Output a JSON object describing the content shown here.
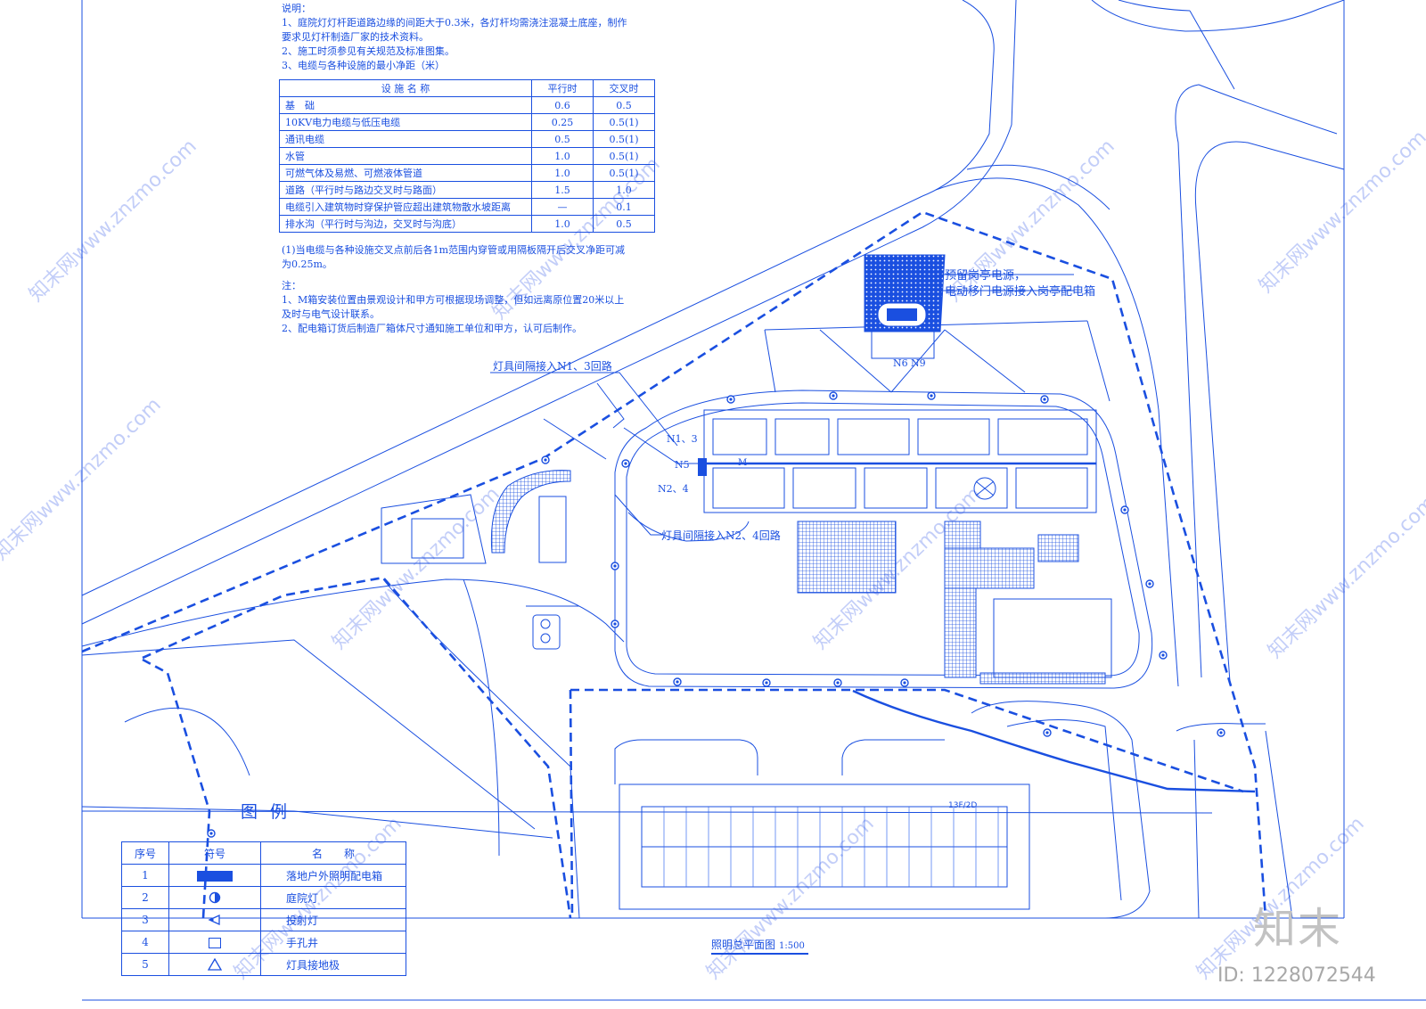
{
  "notes": {
    "heading": "说明：",
    "lines": [
      "1、庭院灯灯杆距道路边缘的间距大于0.3米，各灯杆均需浇注混凝土底座，制作",
      "要求见灯杆制造厂家的技术资料。",
      "2、施工时须参见有关规范及标准图集。",
      "3、电缆与各种设施的最小净距（米）"
    ]
  },
  "clearance_table": {
    "headers": [
      "设 施 名 称",
      "平行时",
      "交叉时"
    ],
    "rows": [
      [
        "基　础",
        "0.6",
        "0.5"
      ],
      [
        "10KV电力电缆与低压电缆",
        "0.25",
        "0.5(1)"
      ],
      [
        "通讯电缆",
        "0.5",
        "0.5(1)"
      ],
      [
        "水管",
        "1.0",
        "0.5(1)"
      ],
      [
        "可燃气体及易燃、可燃液体管道",
        "1.0",
        "0.5(1)"
      ],
      [
        "道路（平行时与路边交叉时与路面）",
        "1.5",
        "1.0"
      ],
      [
        "电缆引入建筑物时穿保护管应超出建筑物散水坡距离",
        "—",
        "0.1"
      ],
      [
        "排水沟（平行时与沟边，交叉时与沟底）",
        "1.0",
        "0.5"
      ]
    ]
  },
  "post_notes": {
    "footnote": [
      "(1)当电缆与各种设施交叉点前后各1m范围内穿管或用隔板隔开后交叉净距可减",
      "为0.25m。"
    ],
    "heading": "注：",
    "lines": [
      "1、M箱安装位置由景观设计和甲方可根据现场调整，但如远离原位置20米以上",
      "及时与电气设计联系。",
      "2、配电箱订货后制造厂箱体尺寸通知施工单位和甲方，认可后制作。"
    ]
  },
  "callouts": {
    "reserve_power_1": "预留岗亭电源，",
    "reserve_power_2": "电动移门电源接入岗亭配电箱",
    "lights_n1_n3": "灯具间隔接入N1、3回路",
    "lights_n2_n4": "灯具间隔接入N2、4回路",
    "n6": "N6",
    "n9": "N9",
    "n13": "N1、3",
    "n5": "N5",
    "m": "M",
    "n24": "N2、4",
    "building_tag": "13F/2D"
  },
  "legend": {
    "title": "图 例",
    "headers": [
      "序号",
      "符号",
      "名　　称"
    ],
    "rows": [
      {
        "no": "1",
        "symbol": "filled-box-icon",
        "name": "落地户外照明配电箱"
      },
      {
        "no": "2",
        "symbol": "garden-lamp-icon",
        "name": "庭院灯"
      },
      {
        "no": "3",
        "symbol": "floodlight-icon",
        "name": "投射灯"
      },
      {
        "no": "4",
        "symbol": "handhole-icon",
        "name": "手孔井"
      },
      {
        "no": "5",
        "symbol": "ground-electrode-icon",
        "name": "灯具接地极"
      }
    ]
  },
  "plan_title": {
    "name": "照明总平面图",
    "scale": "1:500"
  },
  "brand": {
    "logo": "知末",
    "id": "ID: 1228072544",
    "watermark": "知末网www.znzmo.com"
  },
  "colors": {
    "line": "#1a4fe0",
    "background": "#ffffff",
    "watermark": "#c2c2c2"
  }
}
